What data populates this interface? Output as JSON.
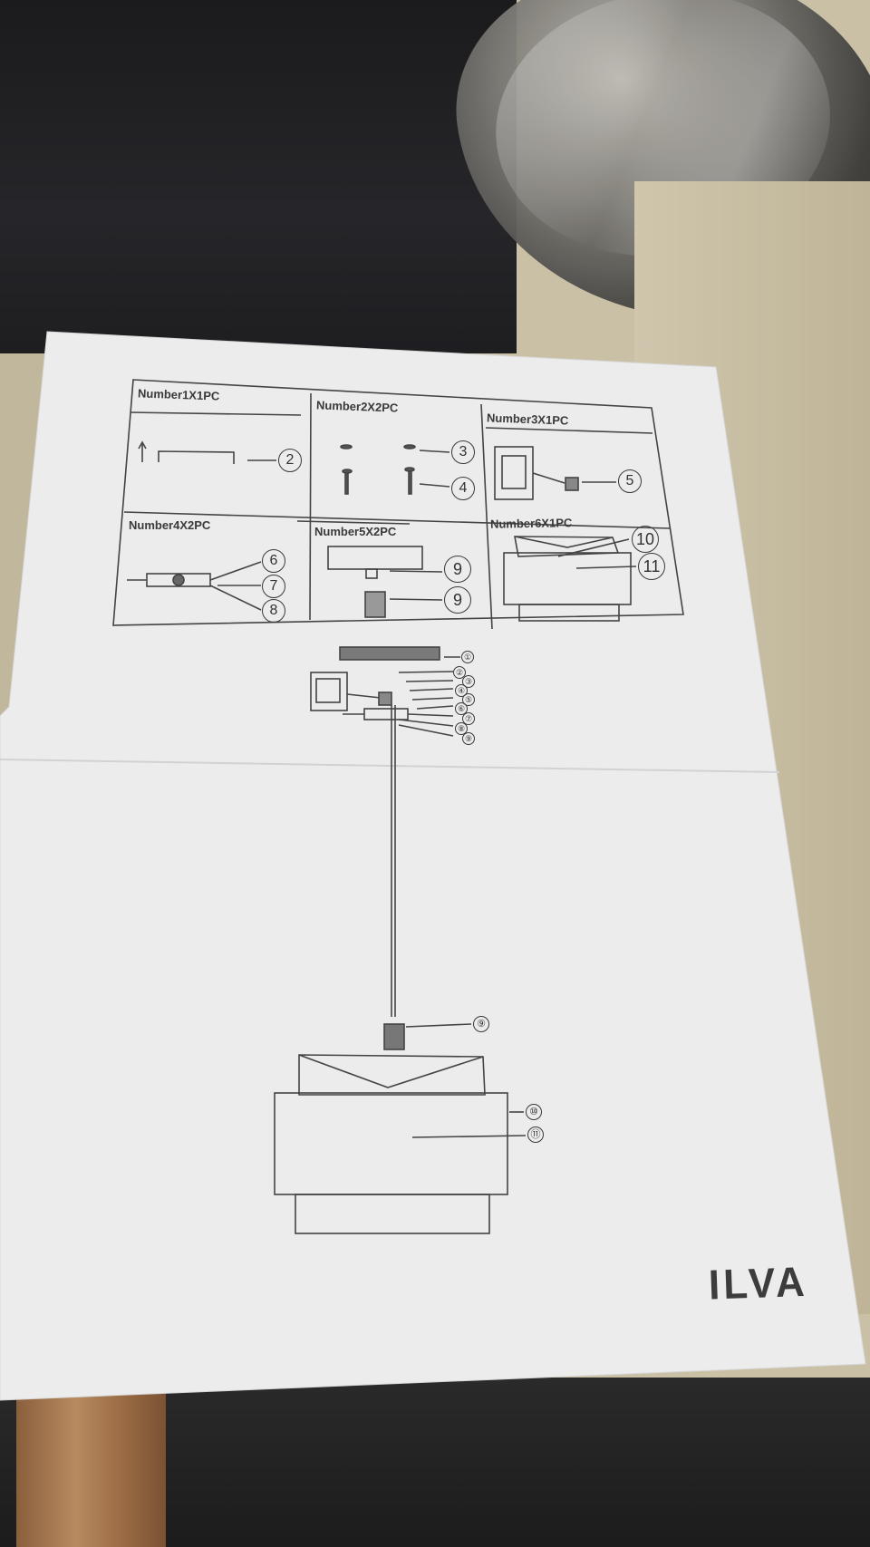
{
  "instruction_sheet": {
    "parts": [
      {
        "label": "Number1X1PC",
        "callouts": [
          "2"
        ]
      },
      {
        "label": "Number2X2PC",
        "callouts": [
          "3",
          "4"
        ]
      },
      {
        "label": "Number3X1PC",
        "callouts": [
          "5"
        ]
      },
      {
        "label": "Number4X2PC",
        "callouts": [
          "6",
          "7",
          "8"
        ]
      },
      {
        "label": "Number5X2PC",
        "callouts": [
          "9",
          "9"
        ]
      },
      {
        "label": "Number6X1PC",
        "callouts": [
          "10",
          "11"
        ]
      }
    ],
    "assembly_callouts_top": [
      "①",
      "②",
      "③",
      "④",
      "⑤",
      "⑥",
      "⑦",
      "⑧",
      "⑨"
    ],
    "assembly_callouts_bottom": [
      "⑨",
      "⑩",
      "⑪"
    ],
    "brand_logo": "ILVA"
  }
}
